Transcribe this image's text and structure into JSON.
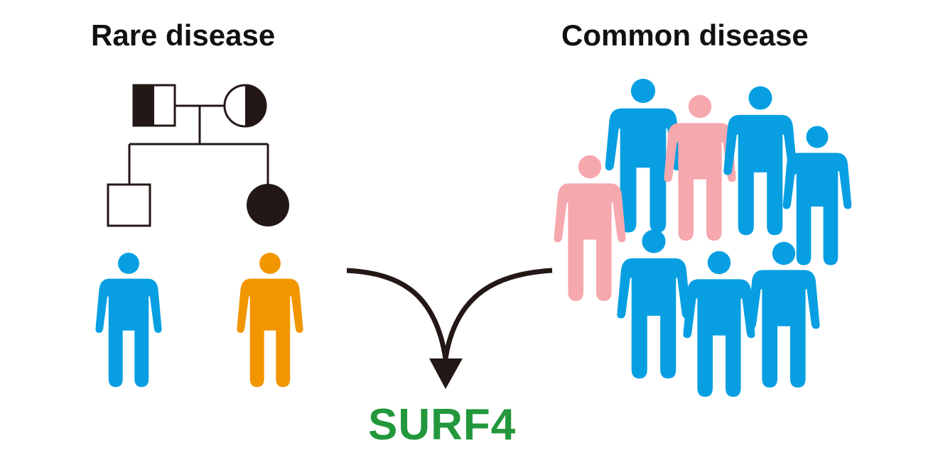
{
  "labels": {
    "rare": "Rare disease",
    "common": "Common disease",
    "gene": "SURF4"
  },
  "colors": {
    "ink": "#231815",
    "carrier_blue": "#079fe2",
    "affected_orange": "#f29600",
    "pink": "#f5a8ae",
    "gene_green": "#22973b"
  },
  "pedigree": {
    "father": "half-filled-square",
    "mother": "half-filled-circle",
    "son": "unaffected-square",
    "daughter": "affected-circle"
  },
  "icons": {
    "person": "person-icon",
    "arrow": "merge-arrow-icon"
  }
}
